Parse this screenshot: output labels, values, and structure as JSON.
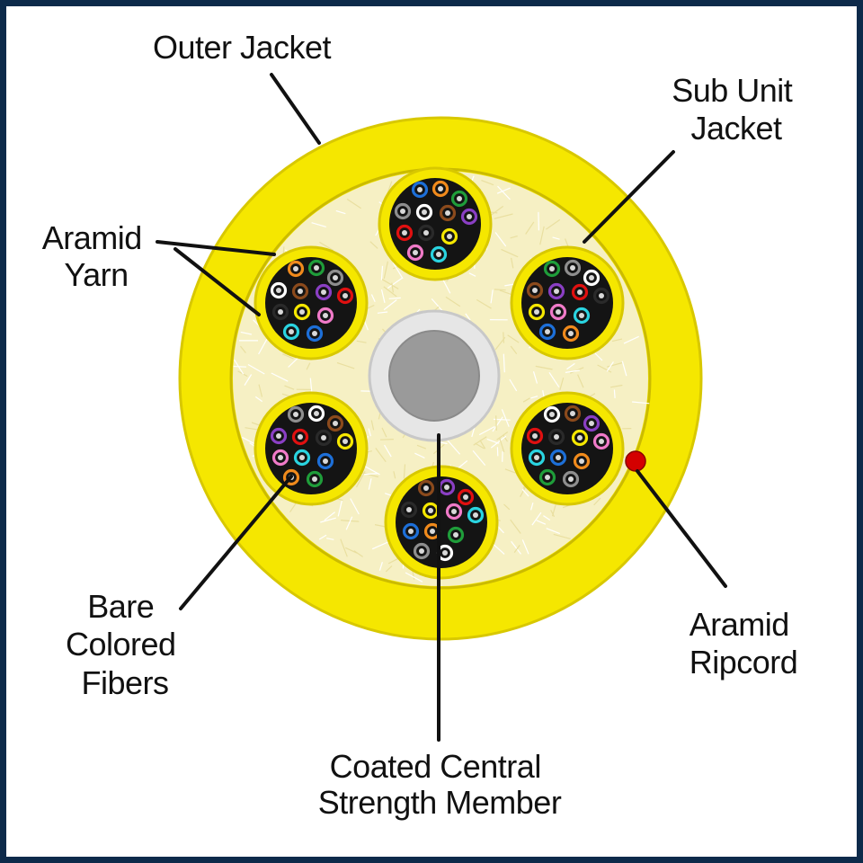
{
  "labels": {
    "outer_jacket": "Outer Jacket",
    "sub_unit_jacket": [
      "Sub Unit",
      "Jacket"
    ],
    "aramid_yarn": [
      "Aramid",
      "Yarn"
    ],
    "bare_colored_fibers": [
      "Bare",
      "Colored",
      "Fibers"
    ],
    "aramid_ripcord": [
      "Aramid",
      "Ripcord"
    ],
    "coated_central_strength_member": [
      "Coated Central",
      "Strength Member"
    ]
  },
  "colors": {
    "frame": "#0d2a4a",
    "jacket_yellow": "#f5e700",
    "jacket_yellow_dark": "#d8c800",
    "aramid_yarn": "#f6f0c4",
    "fiber_core": "#141414",
    "central_member_outer": "#e6e6e6",
    "central_member_inner": "#9a9a9a",
    "ripcord": "#d40000",
    "leader_line": "#111111"
  },
  "fiber_colors": [
    "blue",
    "orange",
    "green",
    "brown",
    "slate",
    "white",
    "red",
    "black",
    "yellow",
    "violet",
    "rose",
    "aqua"
  ],
  "sub_unit_count": 6,
  "fibers_per_unit": 12
}
